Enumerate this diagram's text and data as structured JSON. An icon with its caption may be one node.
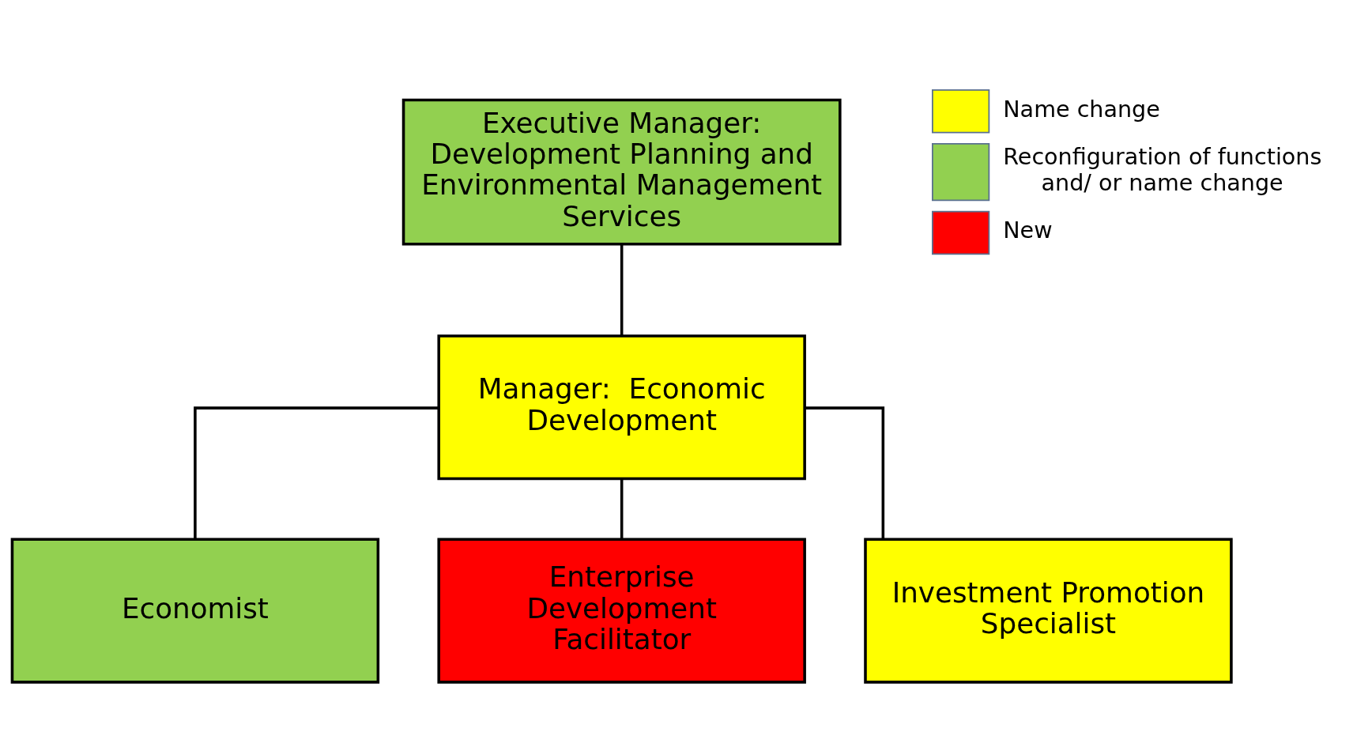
{
  "diagram": {
    "nodes": [
      {
        "text": [
          "Executive Manager: Development Planning and Environmental Management Services"
        ]
      },
      {
        "text": [
          "Manager:  Economic Development"
        ]
      },
      {
        "text": [
          "Economist"
        ]
      },
      {
        "text": [
          "Enterprise Development Facilitator"
        ]
      },
      {
        "text": [
          "Investment Promotion Specialist"
        ]
      }
    ],
    "edges": [
      {
        "from": 0,
        "to": 1,
        "arrow": "none"
      },
      {
        "from": 1,
        "to": 2,
        "arrow": "none"
      },
      {
        "from": 1,
        "to": 3,
        "arrow": "none"
      },
      {
        "from": 1,
        "to": 4,
        "arrow": "none"
      }
    ],
    "legend": [
      {
        "text": "Name change",
        "color": "#ffff00"
      },
      {
        "text": "Reconfiguration of functions and/ or name change",
        "color": "#92d050"
      },
      {
        "text": "New",
        "color": "#ff0000"
      }
    ]
  }
}
